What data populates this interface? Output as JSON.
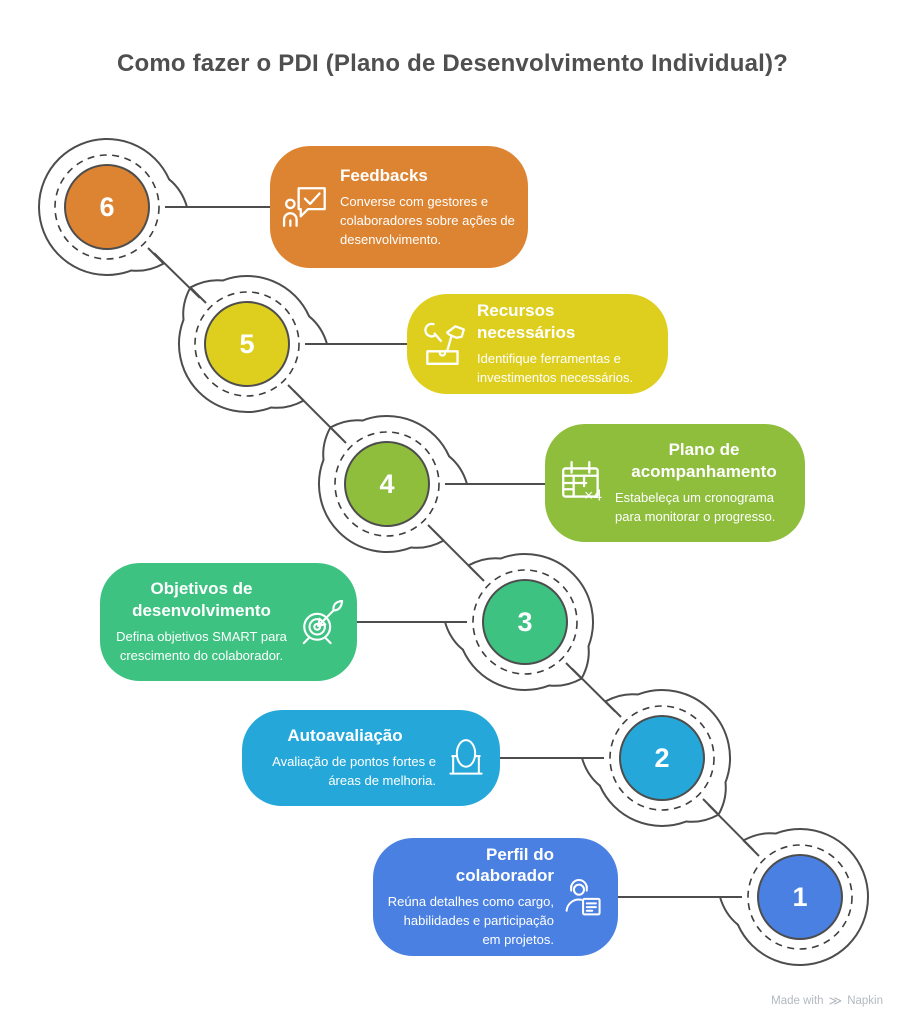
{
  "title": "Como fazer o PDI (Plano de Desenvolvimento Individual)?",
  "connector_color": "#4d4d4d",
  "steps": [
    {
      "number": "6",
      "label": "Feedbacks",
      "description": "Converse com gestores e colaboradores sobre ações de desenvolvimento.",
      "color": "#DD8432",
      "icon": "person-chat-check-icon"
    },
    {
      "number": "5",
      "label": "Recursos necessários",
      "description": "Identifique ferramentas e investimentos necessários.",
      "color": "#DECF1F",
      "icon": "tools-icon"
    },
    {
      "number": "4",
      "label": "Plano de acompanhamento",
      "description": "Estabeleça um cronograma para monitorar o progresso.",
      "color": "#8EBE3C",
      "icon": "calendar-x4-icon"
    },
    {
      "number": "3",
      "label": "Objetivos de desenvolvimento",
      "description": "Defina objetivos SMART para crescimento do colaborador.",
      "color": "#3DC282",
      "icon": "target-dart-icon"
    },
    {
      "number": "2",
      "label": "Autoavaliação",
      "description": "Avaliação de pontos fortes e áreas de melhoria.",
      "color": "#25A8D9",
      "icon": "mirror-icon"
    },
    {
      "number": "1",
      "label": "Perfil do colaborador",
      "description": "Reúna detalhes como cargo, habilidades e participação em projetos.",
      "color": "#4A80E1",
      "icon": "person-document-icon"
    }
  ],
  "watermark": {
    "prefix": "Made with",
    "brand": "Napkin"
  }
}
